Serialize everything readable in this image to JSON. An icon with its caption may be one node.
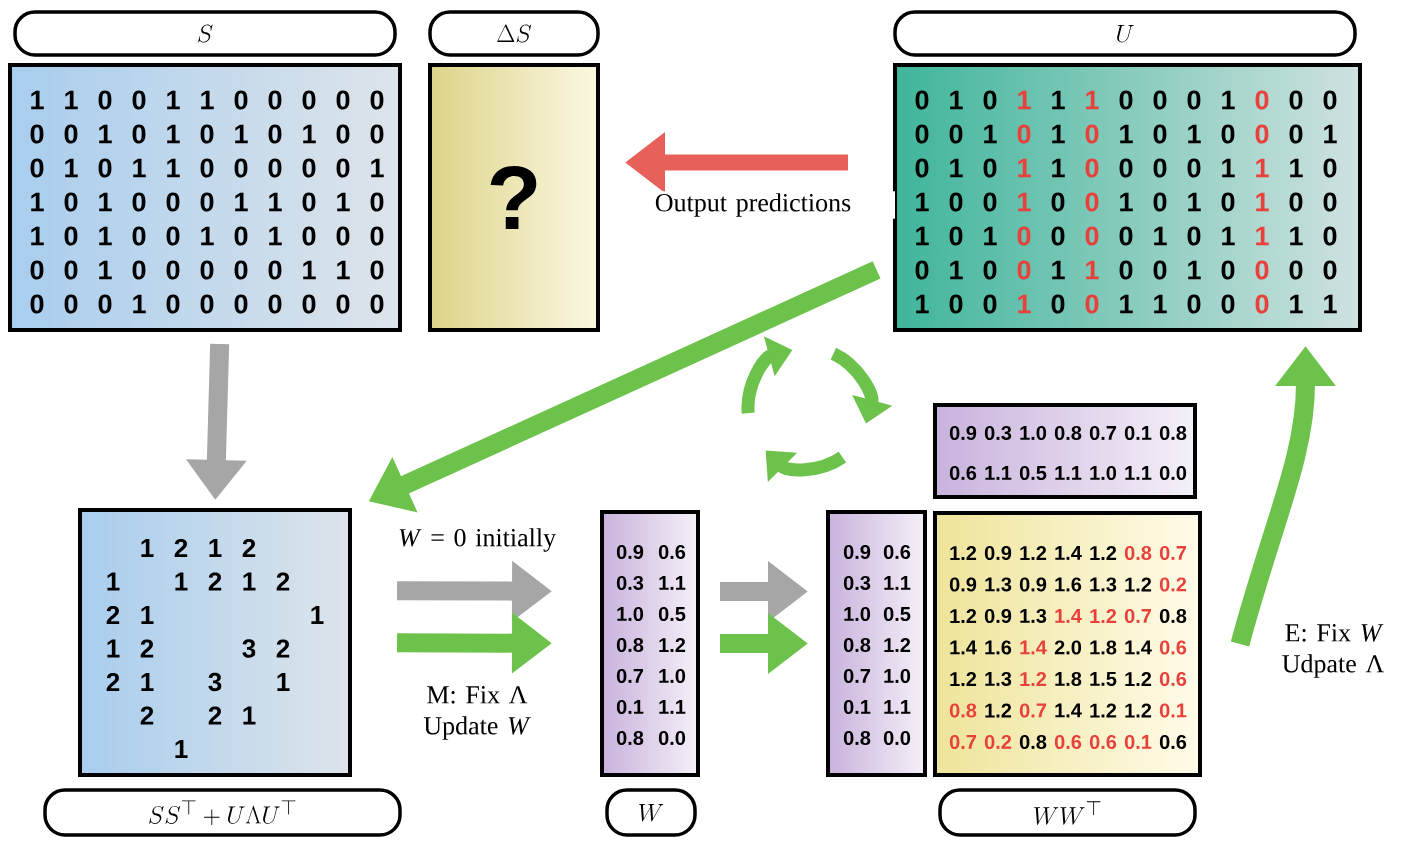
{
  "diagram": {
    "nodes": [
      {
        "text": [
          "S"
        ]
      },
      {
        "text": [
          "1",
          "1",
          "0",
          "0",
          "1",
          "1",
          "0",
          "0",
          "0",
          "0",
          "0",
          "0",
          "0",
          "1",
          "0",
          "1",
          "0",
          "1",
          "0",
          "1",
          "0",
          "0",
          "0",
          "1",
          "0",
          "1",
          "1",
          "0",
          "0",
          "0",
          "0",
          "0",
          "1",
          "1",
          "0",
          "1",
          "0",
          "0",
          "0",
          "1",
          "1",
          "0",
          "1",
          "0",
          "1",
          "0",
          "1",
          "0",
          "0",
          "1",
          "0",
          "1",
          "0",
          "0",
          "0",
          "0",
          "0",
          "1",
          "0",
          "0",
          "0",
          "0",
          "0",
          "1",
          "1",
          "0",
          "0",
          "0",
          "0",
          "1",
          "0",
          "0",
          "0",
          "0",
          "0",
          "0",
          "0"
        ]
      },
      {
        "text": [
          "\\Delta S"
        ]
      },
      {
        "text": [
          "?"
        ]
      },
      {
        "text": [
          "U"
        ]
      },
      {
        "text": [
          "0",
          "1",
          "0",
          "1",
          "1",
          "1",
          "0",
          "0",
          "0",
          "1",
          "0",
          "0",
          "0",
          "0",
          "0",
          "1",
          "0",
          "1",
          "0",
          "1",
          "0",
          "1",
          "0",
          "0",
          "0",
          "1",
          "0",
          "1",
          "0",
          "1",
          "1",
          "0",
          "0",
          "0",
          "0",
          "1",
          "1",
          "1",
          "0",
          "1",
          "0",
          "0",
          "1",
          "0",
          "0",
          "1",
          "0",
          "1",
          "0",
          "1",
          "0",
          "0",
          "1",
          "0",
          "1",
          "0",
          "0",
          "0",
          "0",
          "1",
          "0",
          "1",
          "1",
          "1",
          "0",
          "0",
          "1",
          "0",
          "0",
          "1",
          "1",
          "0",
          "0",
          "1",
          "0",
          "0",
          "0",
          "0",
          "1",
          "0",
          "0",
          "1",
          "0",
          "0",
          "1",
          "1",
          "0",
          "0",
          "0",
          "1",
          "1"
        ]
      },
      {
        "text": [
          "0.9",
          "0.3",
          "1.0",
          "0.8",
          "0.7",
          "0.1",
          "0.8",
          "0.6",
          "1.1",
          "0.5",
          "1.1",
          "1.0",
          "1.1",
          "0.0"
        ]
      },
      {
        "text": [
          "1",
          "2",
          "1",
          "2",
          "1",
          "1",
          "2",
          "1",
          "2",
          "2",
          "1",
          "1",
          "1",
          "2",
          "3",
          "2",
          "2",
          "1",
          "3",
          "1",
          "2",
          "2",
          "1",
          "1"
        ]
      },
      {
        "text": [
          "0.9",
          "0.6",
          "0.3",
          "1.1",
          "1.0",
          "0.5",
          "0.8",
          "1.2",
          "0.7",
          "1.0",
          "0.1",
          "1.1",
          "0.8",
          "0.0"
        ]
      },
      {
        "text": [
          "0.9",
          "0.6",
          "0.3",
          "1.1",
          "1.0",
          "0.5",
          "0.8",
          "1.2",
          "0.7",
          "1.0",
          "0.1",
          "1.1",
          "0.8",
          "0.0"
        ]
      },
      {
        "text": [
          "1.2",
          "0.9",
          "1.2",
          "1.4",
          "1.2",
          "0.8",
          "0.7",
          "0.9",
          "1.3",
          "0.9",
          "1.6",
          "1.3",
          "1.2",
          "0.2",
          "1.2",
          "0.9",
          "1.3",
          "1.4",
          "1.2",
          "0.7",
          "0.8",
          "1.4",
          "1.6",
          "1.4",
          "2.0",
          "1.8",
          "1.4",
          "0.6",
          "1.2",
          "1.3",
          "1.2",
          "1.8",
          "1.5",
          "1.2",
          "0.6",
          "0.8",
          "1.2",
          "0.7",
          "1.4",
          "1.2",
          "1.2",
          "0.1",
          "0.7",
          "0.2",
          "0.8",
          "0.6",
          "0.6",
          "0.1",
          "0.6"
        ]
      },
      {
        "text": [
          "SS^\\top+U\\Lambda U^\\top"
        ]
      },
      {
        "text": [
          "W"
        ]
      },
      {
        "text": [
          "WW^\\top"
        ]
      }
    ],
    "edges": [
      {
        "from": 1,
        "to": 7,
        "arrow": "to",
        "color": "#a6a6a6"
      },
      {
        "from": 5,
        "to": 3,
        "arrow": "to",
        "label": "Output predictions",
        "color": "#e8605a"
      },
      {
        "from": 5,
        "to": 7,
        "arrow": "to"
      },
      {
        "from": 7,
        "to": 8,
        "arrow": "to",
        "label": "*W* = 0 initially",
        "color": "#a6a6a6"
      },
      {
        "from": 7,
        "to": 8,
        "arrow": "to",
        "label": "M: Fix Λ Update *W*"
      },
      {
        "from": 8,
        "to": 9,
        "arrow": "to",
        "color": "#a6a6a6"
      },
      {
        "from": 8,
        "to": 9,
        "arrow": "to"
      },
      {
        "from": 10,
        "to": 5,
        "arrow": "to",
        "label": "E: Fix *W* Udpate Λ"
      }
    ]
  }
}
